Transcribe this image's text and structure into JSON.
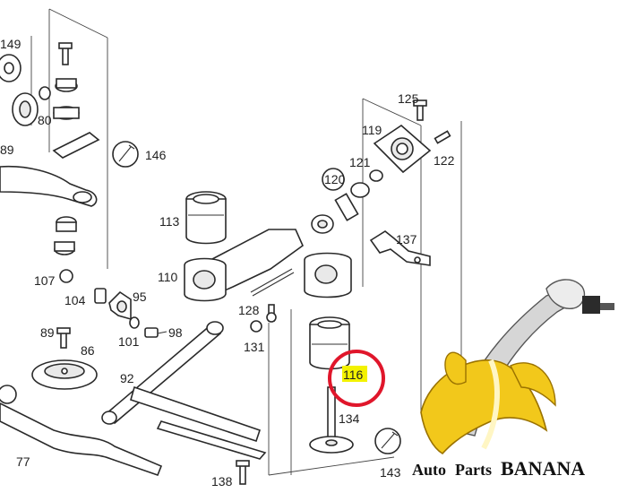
{
  "labels": {
    "l149": "149",
    "l80": "80",
    "l89a": "89",
    "l146": "146",
    "l107": "107",
    "l104": "104",
    "l95": "95",
    "l89b": "89",
    "l86": "86",
    "l101": "101",
    "l98": "98",
    "l92": "92",
    "l77": "77",
    "l113": "113",
    "l110": "110",
    "l128": "128",
    "l131": "131",
    "l120": "120",
    "l121": "121",
    "l119": "119",
    "l125": "125",
    "l122": "122",
    "l137": "137",
    "l116": "116",
    "l134": "134",
    "l143": "143",
    "l138": "138"
  },
  "highlight": {
    "part": "116",
    "ring_color": "#e0162b",
    "marker_color": "#f3f200"
  },
  "brand": {
    "word1": "Auto",
    "word2": "Parts",
    "word3": "BANANA",
    "text_color": "#111111",
    "banana_color": "#f2c81b"
  }
}
